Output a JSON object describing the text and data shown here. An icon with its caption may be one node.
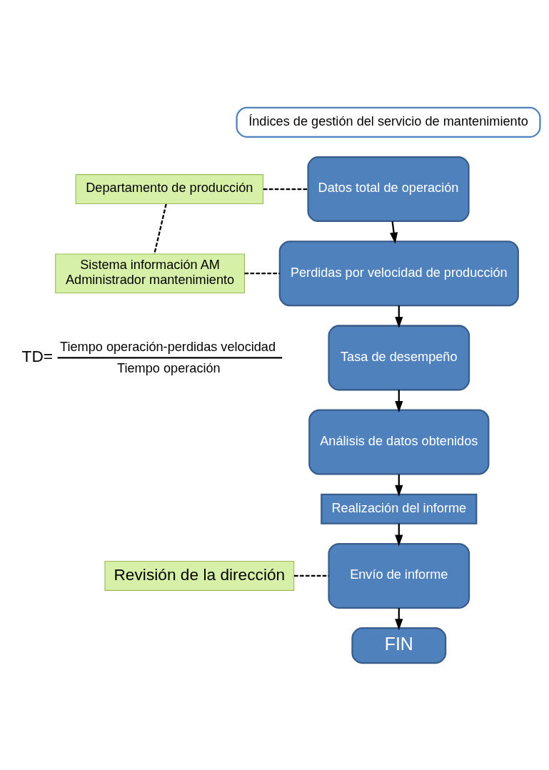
{
  "diagram": {
    "nodes": [
      {
        "text": [
          "Índices de gestión del servicio de mantenimiento"
        ]
      },
      {
        "text": [
          "Datos total de operación"
        ]
      },
      {
        "text": [
          "Perdidas por velocidad de producción"
        ]
      },
      {
        "text": [
          "Tasa de desempeño"
        ]
      },
      {
        "text": [
          "Análisis de datos obtenidos"
        ]
      },
      {
        "text": [
          "Realización del informe"
        ]
      },
      {
        "text": [
          "Envío de informe"
        ]
      },
      {
        "text": [
          "FIN"
        ]
      },
      {
        "text": [
          "Departamento de producción"
        ]
      },
      {
        "text": [
          "Sistema información AM",
          "Administrador mantenimiento"
        ]
      },
      {
        "text": [
          "Revisión de la dirección"
        ]
      }
    ],
    "edges": [
      {
        "from": 1,
        "to": 2,
        "arrow": "to"
      },
      {
        "from": 2,
        "to": 3,
        "arrow": "to"
      },
      {
        "from": 3,
        "to": 4,
        "arrow": "to"
      },
      {
        "from": 4,
        "to": 5,
        "arrow": "to"
      },
      {
        "from": 5,
        "to": 6,
        "arrow": "to"
      },
      {
        "from": 6,
        "to": 7,
        "arrow": "to"
      },
      {
        "from": 8,
        "to": 1,
        "arrow": "none",
        "style": "dashed"
      },
      {
        "from": 9,
        "to": 2,
        "arrow": "none",
        "style": "dashed"
      },
      {
        "from": 8,
        "to": 9,
        "arrow": "none",
        "style": "dashed"
      },
      {
        "from": 10,
        "to": 6,
        "arrow": "none",
        "style": "dashed"
      }
    ],
    "labels": [
      "TD=",
      "Tiempo operación-perdidas velocidad",
      "Tiempo operación"
    ]
  }
}
